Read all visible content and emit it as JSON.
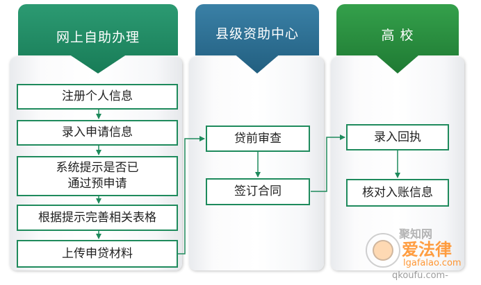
{
  "columns": [
    {
      "title": "网上自助办理",
      "color": "#1c8a62",
      "steps": [
        "注册个人信息",
        "录入申请信息",
        "系统提示是否已\n通过预申请",
        "根据提示完善相关表格",
        "上传申贷材料"
      ]
    },
    {
      "title": "县级资助中心",
      "color": "#2b6f93",
      "steps": [
        "贷前审查",
        "签订合同"
      ]
    },
    {
      "title": "高 校",
      "color": "#268a3c",
      "steps": [
        "录入回执",
        "核对入账信息"
      ]
    }
  ],
  "watermark": {
    "site_name": "爱法律",
    "url": "lgafalao.com",
    "badge": "聚知网",
    "suffix": "qkoufu.com-"
  },
  "colors": {
    "step_border": "#1e8a5c",
    "arrow": "#1e8a5c"
  }
}
